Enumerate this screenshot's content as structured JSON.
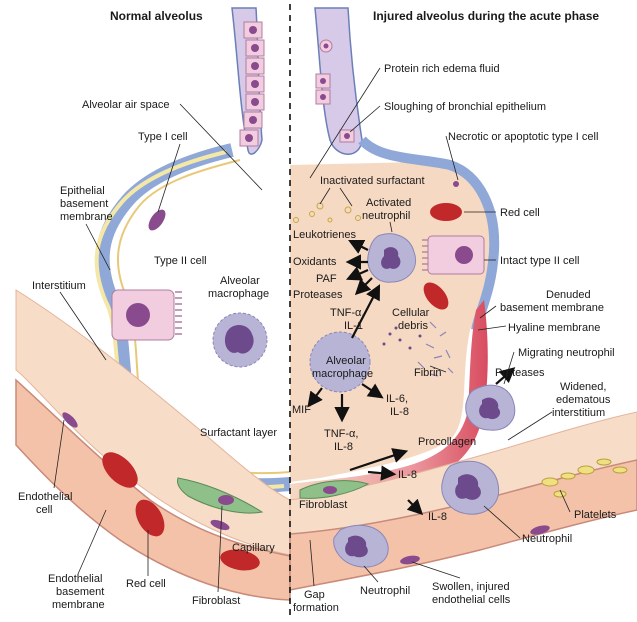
{
  "titles": {
    "left": "Normal alveolus",
    "right": "Injured alveolus during the acute phase"
  },
  "colors": {
    "background": "#ffffff",
    "epithelium": "#8fa8d8",
    "basement": "#f3e8a8",
    "edema_fluid": "#f5d9c3",
    "hyaline": "#e06070",
    "capillary": "#f3c2a8",
    "red_cell": "#c0282a",
    "nucleus": "#8a4a8e",
    "fibroblast": "#8fc08a",
    "type2_cell": "#f2cde0",
    "macrophage": "#b7b4d6",
    "platelet": "#f0e080"
  },
  "left_labels": {
    "alveolar_air_space": "Alveolar air space",
    "type1_cell": "Type I cell",
    "epithelial_bm_1": "Epithelial",
    "epithelial_bm_2": "basement",
    "epithelial_bm_3": "membrane",
    "type2_cell": "Type II cell",
    "interstitium": "Interstitium",
    "alveolar_macrophage_1": "Alveolar",
    "alveolar_macrophage_2": "macrophage",
    "surfactant_layer": "Surfactant layer",
    "endothelial_cell_1": "Endothelial",
    "endothelial_cell_2": "cell",
    "endothelial_bm_1": "Endothelial",
    "endothelial_bm_2": "basement",
    "endothelial_bm_3": "membrane",
    "red_cell": "Red cell",
    "fibroblast": "Fibroblast",
    "capillary": "Capillary",
    "gap_formation_1": "Gap",
    "gap_formation_2": "formation"
  },
  "right_labels": {
    "protein_edema": "Protein rich edema fluid",
    "sloughing": "Sloughing of bronchial epithelium",
    "necrotic": "Necrotic or apoptotic type I cell",
    "inactivated_surfactant": "Inactivated surfactant",
    "activated_neutrophil_1": "Activated",
    "activated_neutrophil_2": "neutrophil",
    "red_cell": "Red cell",
    "leukotrienes": "Leukotrienes",
    "oxidants": "Oxidants",
    "paf": "PAF",
    "proteases_top": "Proteases",
    "intact_type2": "Intact type II cell",
    "tnf_il1_1": "TNF-α,",
    "tnf_il1_2": "IL-1",
    "cellular_debris_1": "Cellular",
    "cellular_debris_2": "debris",
    "denuded_bm_1": "Denuded",
    "denuded_bm_2": "basement membrane",
    "hyaline_membrane": "Hyaline membrane",
    "alveolar_macrophage_1": "Alveolar",
    "alveolar_macrophage_2": "macrophage",
    "fibrin": "Fibrin",
    "migrating_neutrophil": "Migrating neutrophil",
    "proteases_right": "Proteases",
    "mif": "MIF",
    "il6_il8_1": "IL-6,",
    "il6_il8_2": "IL-8",
    "tnf_il8_1": "TNF-α,",
    "tnf_il8_2": "IL-8",
    "widened_1": "Widened,",
    "widened_2": "edematous",
    "widened_3": "interstitium",
    "procollagen": "Procollagen",
    "il8_mid": "IL-8",
    "fibroblast": "Fibroblast",
    "il8_low": "IL-8",
    "platelets": "Platelets",
    "neutrophil_right": "Neutrophil",
    "neutrophil_bottom": "Neutrophil",
    "swollen_1": "Swollen, injured",
    "swollen_2": "endothelial cells"
  }
}
